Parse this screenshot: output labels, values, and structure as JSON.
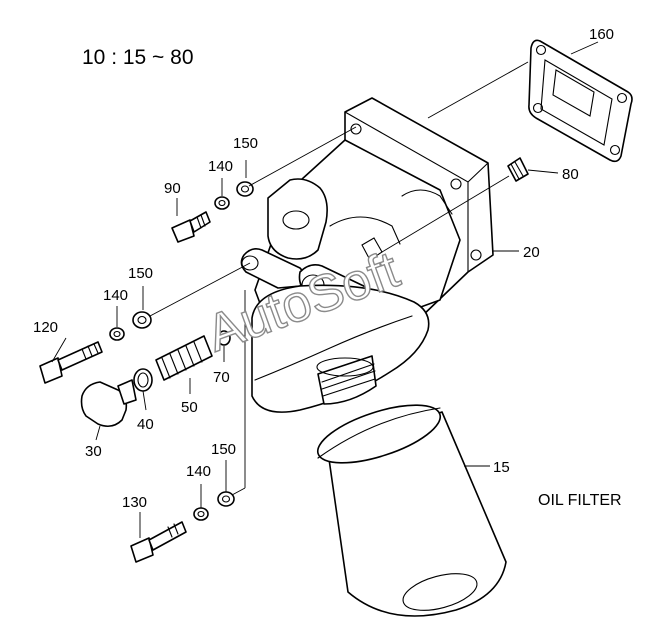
{
  "header": {
    "title": "10 : 15 ~ 80"
  },
  "caption": "OIL FILTER",
  "watermark": "AutoSoft",
  "colors": {
    "line": "#000000",
    "background": "#ffffff",
    "watermark": "#8a8a8a"
  },
  "callouts": [
    {
      "id": "160",
      "text": "160"
    },
    {
      "id": "150a",
      "text": "150"
    },
    {
      "id": "140a",
      "text": "140"
    },
    {
      "id": "90",
      "text": "90"
    },
    {
      "id": "80",
      "text": "80"
    },
    {
      "id": "20",
      "text": "20"
    },
    {
      "id": "150b",
      "text": "150"
    },
    {
      "id": "140b",
      "text": "140"
    },
    {
      "id": "120",
      "text": "120"
    },
    {
      "id": "70",
      "text": "70"
    },
    {
      "id": "50",
      "text": "50"
    },
    {
      "id": "40",
      "text": "40"
    },
    {
      "id": "30",
      "text": "30"
    },
    {
      "id": "15",
      "text": "15"
    },
    {
      "id": "150c",
      "text": "150"
    },
    {
      "id": "140c",
      "text": "140"
    },
    {
      "id": "130",
      "text": "130"
    }
  ]
}
